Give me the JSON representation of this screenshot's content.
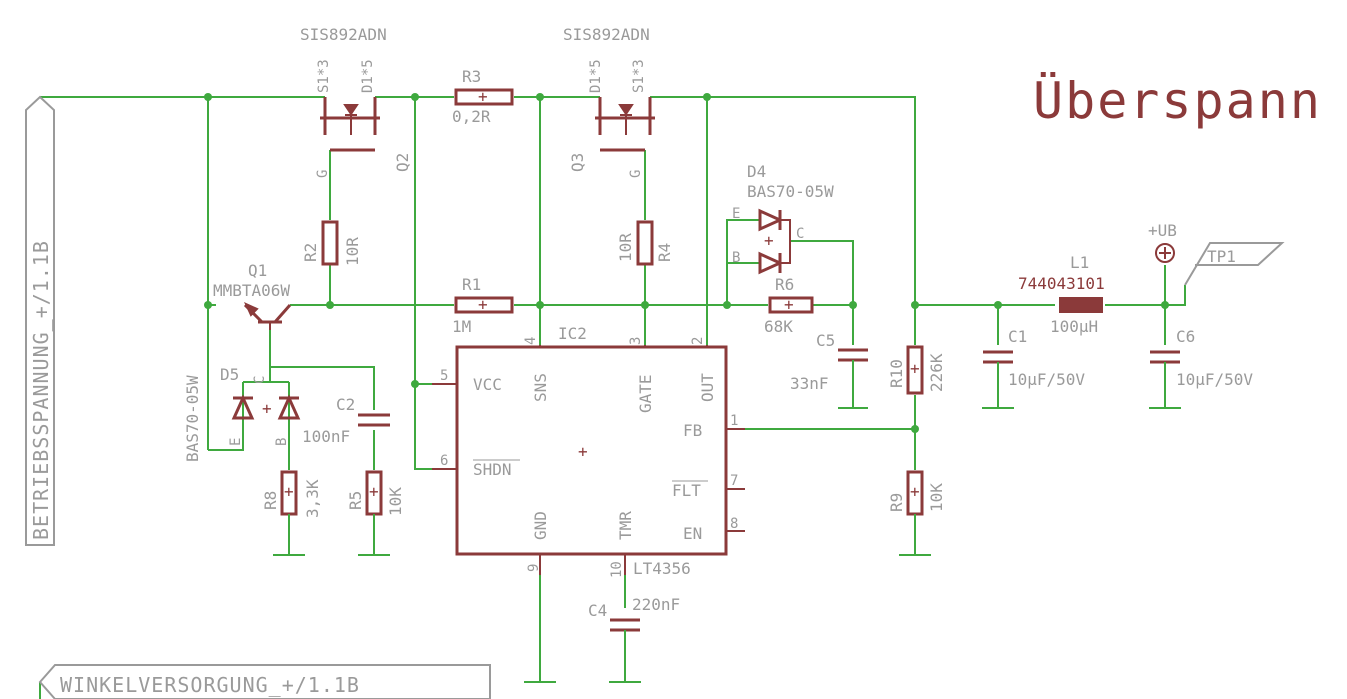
{
  "title": "Überspann",
  "nets": {
    "supply_in": "BETRIEBSSPANNUNG_+/1.1B",
    "winkel": "WINKELVERSORGUNG_+/1.1B",
    "ub": "+UB",
    "tp": "TP1"
  },
  "components": {
    "q2": {
      "ref": "Q2",
      "value": "SIS892ADN",
      "pin_s": "S1*3",
      "pin_d": "D1*5",
      "pin_g": "G"
    },
    "q3": {
      "ref": "Q3",
      "value": "SIS892ADN",
      "pin_s": "S1*3",
      "pin_d": "D1*5",
      "pin_g": "G"
    },
    "r3": {
      "ref": "R3",
      "value": "0,2R"
    },
    "r2": {
      "ref": "R2",
      "value": "10R"
    },
    "r4": {
      "ref": "R4",
      "value": "10R"
    },
    "r1": {
      "ref": "R1",
      "value": "1M"
    },
    "r6": {
      "ref": "R6",
      "value": "68K"
    },
    "q1": {
      "ref": "Q1",
      "value": "MMBTA06W"
    },
    "d5": {
      "ref": "D5",
      "value": "BAS70-05W",
      "pin_e": "E",
      "pin_b": "B",
      "pin_c": "C"
    },
    "d4": {
      "ref": "D4",
      "value": "BAS70-05W",
      "pin_e": "E",
      "pin_b": "B",
      "pin_c": "C"
    },
    "c2": {
      "ref": "C2",
      "value": "100nF"
    },
    "c5": {
      "ref": "C5",
      "value": "33nF"
    },
    "c4": {
      "ref": "C4",
      "value": "220nF"
    },
    "c1": {
      "ref": "C1",
      "value": "10µF/50V"
    },
    "c6": {
      "ref": "C6",
      "value": "10µF/50V"
    },
    "r8": {
      "ref": "R8",
      "value": "3,3K"
    },
    "r5": {
      "ref": "R5",
      "value": "10K"
    },
    "r10": {
      "ref": "R10",
      "value": "226K"
    },
    "r9": {
      "ref": "R9",
      "value": "10K"
    },
    "l1": {
      "ref": "L1",
      "value": "100µH",
      "part": "744043101"
    },
    "ic2": {
      "ref": "IC2",
      "value": "LT4356",
      "pins": {
        "vcc": "VCC",
        "shdn": "SHDN",
        "sns": "SNS",
        "gate": "GATE",
        "out": "OUT",
        "fb": "FB",
        "flt": "FLT",
        "en": "EN",
        "gnd": "GND",
        "tmr": "TMR"
      },
      "pin_numbers": {
        "p1": "1",
        "p2": "2",
        "p3": "3",
        "p4": "4",
        "p5": "5",
        "p6": "6",
        "p7": "7",
        "p8": "8",
        "p9": "9",
        "p10": "10"
      }
    }
  },
  "colors": {
    "wire": "#3fa93f",
    "part": "#8b3a3a",
    "label": "#9a9a9a",
    "background": "#ffffff"
  }
}
